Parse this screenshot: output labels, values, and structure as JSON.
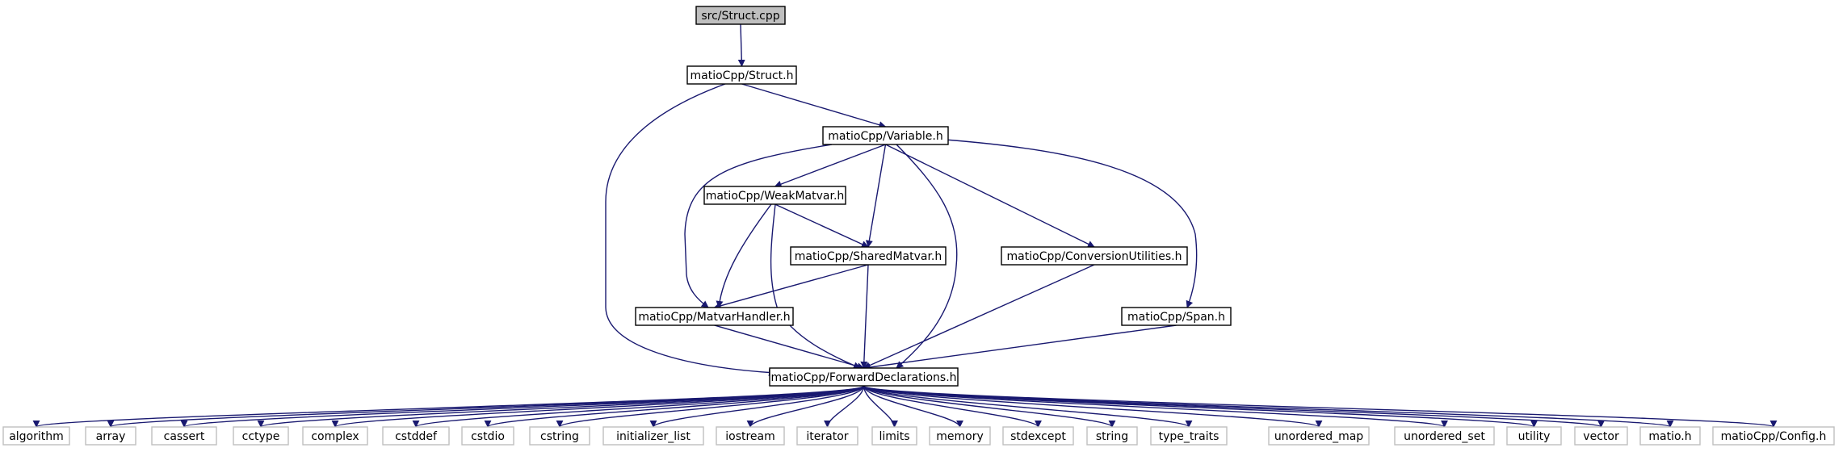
{
  "graph": {
    "colors": {
      "edge": "#191970",
      "main_fill": "#bfbfbf",
      "border": "#000000",
      "external_border": "#bfbfbf"
    },
    "nodes": [
      {
        "id": "n0",
        "label": "src/Struct.cpp",
        "kind": "main"
      },
      {
        "id": "n1",
        "label": "matioCpp/Struct.h",
        "kind": "internal"
      },
      {
        "id": "n2",
        "label": "matioCpp/Variable.h",
        "kind": "internal"
      },
      {
        "id": "n3",
        "label": "matioCpp/WeakMatvar.h",
        "kind": "internal"
      },
      {
        "id": "n4",
        "label": "matioCpp/SharedMatvar.h",
        "kind": "internal"
      },
      {
        "id": "n5",
        "label": "matioCpp/ConversionUtilities.h",
        "kind": "internal"
      },
      {
        "id": "n6",
        "label": "matioCpp/MatvarHandler.h",
        "kind": "internal"
      },
      {
        "id": "n7",
        "label": "matioCpp/Span.h",
        "kind": "internal"
      },
      {
        "id": "n8",
        "label": "matioCpp/ForwardDeclarations.h",
        "kind": "internal"
      },
      {
        "id": "e0",
        "label": "algorithm",
        "kind": "external"
      },
      {
        "id": "e1",
        "label": "array",
        "kind": "external"
      },
      {
        "id": "e2",
        "label": "cassert",
        "kind": "external"
      },
      {
        "id": "e3",
        "label": "cctype",
        "kind": "external"
      },
      {
        "id": "e4",
        "label": "complex",
        "kind": "external"
      },
      {
        "id": "e5",
        "label": "cstddef",
        "kind": "external"
      },
      {
        "id": "e6",
        "label": "cstdio",
        "kind": "external"
      },
      {
        "id": "e7",
        "label": "cstring",
        "kind": "external"
      },
      {
        "id": "e8",
        "label": "initializer_list",
        "kind": "external"
      },
      {
        "id": "e9",
        "label": "iostream",
        "kind": "external"
      },
      {
        "id": "e10",
        "label": "iterator",
        "kind": "external"
      },
      {
        "id": "e11",
        "label": "limits",
        "kind": "external"
      },
      {
        "id": "e12",
        "label": "memory",
        "kind": "external"
      },
      {
        "id": "e13",
        "label": "stdexcept",
        "kind": "external"
      },
      {
        "id": "e14",
        "label": "string",
        "kind": "external"
      },
      {
        "id": "e15",
        "label": "type_traits",
        "kind": "external"
      },
      {
        "id": "e16",
        "label": "unordered_map",
        "kind": "external"
      },
      {
        "id": "e17",
        "label": "unordered_set",
        "kind": "external"
      },
      {
        "id": "e18",
        "label": "utility",
        "kind": "external"
      },
      {
        "id": "e19",
        "label": "vector",
        "kind": "external"
      },
      {
        "id": "e20",
        "label": "matio.h",
        "kind": "external"
      },
      {
        "id": "e21",
        "label": "matioCpp/Config.h",
        "kind": "external"
      }
    ],
    "edges": [
      [
        "n0",
        "n1"
      ],
      [
        "n1",
        "n2"
      ],
      [
        "n1",
        "n8"
      ],
      [
        "n2",
        "n3"
      ],
      [
        "n2",
        "n4"
      ],
      [
        "n2",
        "n5"
      ],
      [
        "n2",
        "n6"
      ],
      [
        "n2",
        "n7"
      ],
      [
        "n2",
        "n8"
      ],
      [
        "n3",
        "n4"
      ],
      [
        "n3",
        "n6"
      ],
      [
        "n3",
        "n8"
      ],
      [
        "n4",
        "n6"
      ],
      [
        "n4",
        "n8"
      ],
      [
        "n5",
        "n8"
      ],
      [
        "n6",
        "n8"
      ],
      [
        "n7",
        "n8"
      ],
      [
        "n8",
        "e0"
      ],
      [
        "n8",
        "e1"
      ],
      [
        "n8",
        "e2"
      ],
      [
        "n8",
        "e3"
      ],
      [
        "n8",
        "e4"
      ],
      [
        "n8",
        "e5"
      ],
      [
        "n8",
        "e6"
      ],
      [
        "n8",
        "e7"
      ],
      [
        "n8",
        "e8"
      ],
      [
        "n8",
        "e9"
      ],
      [
        "n8",
        "e10"
      ],
      [
        "n8",
        "e11"
      ],
      [
        "n8",
        "e12"
      ],
      [
        "n8",
        "e13"
      ],
      [
        "n8",
        "e14"
      ],
      [
        "n8",
        "e15"
      ],
      [
        "n8",
        "e16"
      ],
      [
        "n8",
        "e17"
      ],
      [
        "n8",
        "e18"
      ],
      [
        "n8",
        "e19"
      ],
      [
        "n8",
        "e20"
      ],
      [
        "n8",
        "e21"
      ]
    ]
  }
}
